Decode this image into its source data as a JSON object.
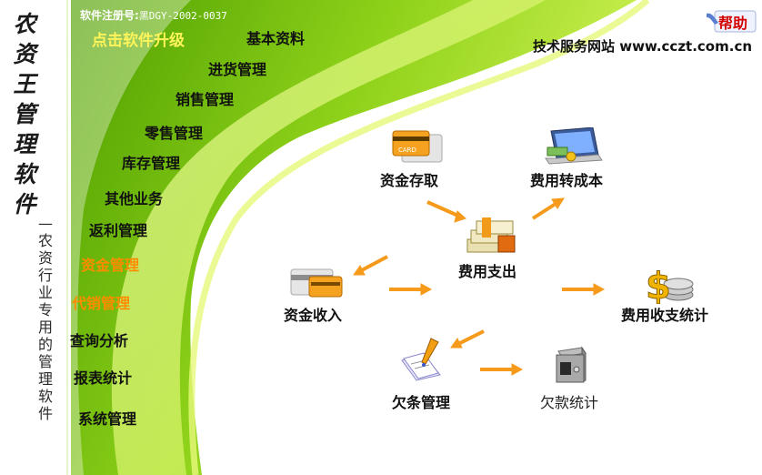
{
  "app": {
    "title_chars": [
      "农",
      "资",
      "王",
      "管",
      "理",
      "软",
      "件"
    ],
    "subtitle_chars": [
      "—",
      "农",
      "资",
      "行",
      "业",
      "专",
      "用",
      "的",
      "管",
      "理",
      "软",
      "件"
    ],
    "registration_label": "软件注册号:",
    "registration_code": "黑DGY-2002-0037",
    "upgrade_label": "点击软件升级",
    "support": "技术服务网站 www.cczt.com.cn",
    "help_label": "帮助"
  },
  "menu": {
    "basic": "基本资料",
    "purchase": "进货管理",
    "sales": "销售管理",
    "retail": "零售管理",
    "inventory": "库存管理",
    "other": "其他业务",
    "rebate": "返利管理",
    "funds": "资金管理",
    "consign": "代销管理",
    "query": "查询分析",
    "reports": "报表统计",
    "system": "系统管理"
  },
  "flow": {
    "fund_deposit": "资金存取",
    "expense_to_cost": "费用转成本",
    "expense_out": "费用支出",
    "fund_income": "资金收入",
    "expense_stats": "费用收支统计",
    "iou_manage": "欠条管理",
    "debt_stats": "欠款统计"
  },
  "colors": {
    "green_dark": "#5aa800",
    "green_light": "#c6ec3c",
    "arrow": "#f59a1a",
    "orange_text": "#ff8c00",
    "yellow_text": "#fff45a"
  }
}
